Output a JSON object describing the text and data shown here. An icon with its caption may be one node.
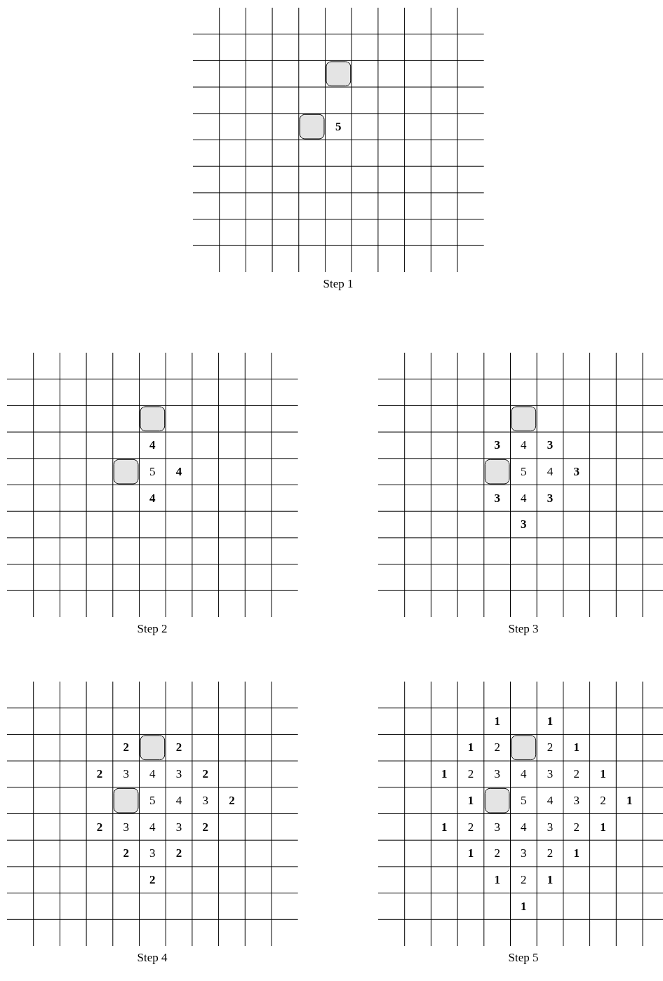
{
  "diagram": {
    "labels": [
      "5",
      "Step 1",
      "4",
      "5",
      "4",
      "4",
      "Step 2",
      "3",
      "4",
      "3",
      "5",
      "4",
      "3",
      "3",
      "4",
      "3",
      "3",
      "Step 3",
      "2",
      "2",
      "2",
      "3",
      "4",
      "3",
      "2",
      "5",
      "4",
      "3",
      "2",
      "2",
      "3",
      "4",
      "3",
      "2",
      "2",
      "3",
      "2",
      "2",
      "Step 4",
      "1",
      "1",
      "1",
      "2",
      "2",
      "1",
      "1",
      "2",
      "3",
      "4",
      "3",
      "2",
      "1",
      "1",
      "5",
      "4",
      "3",
      "2",
      "1",
      "1",
      "2",
      "3",
      "4",
      "3",
      "2",
      "1",
      "1",
      "2",
      "3",
      "2",
      "1",
      "1",
      "2",
      "1",
      "1",
      "Step 5"
    ]
  }
}
